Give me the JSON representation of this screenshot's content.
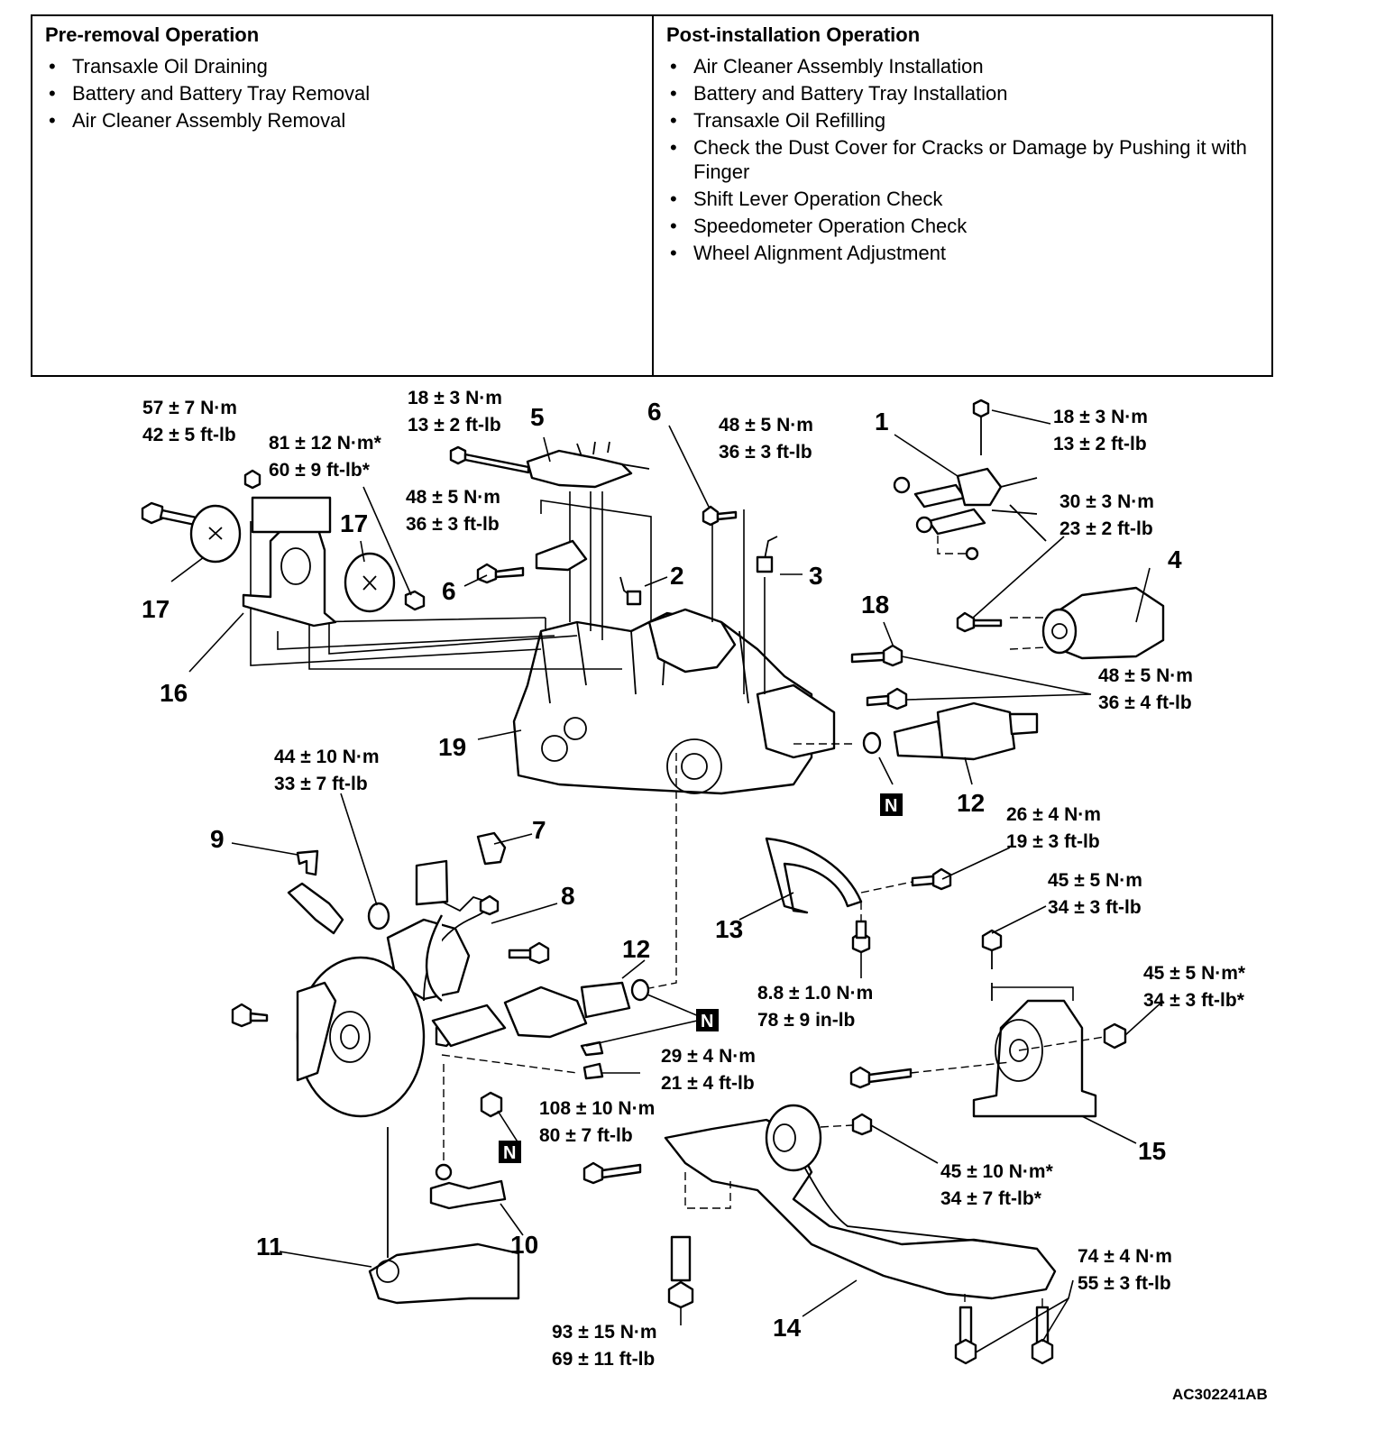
{
  "pre_removal": {
    "heading": "Pre-removal Operation",
    "items": [
      "Transaxle Oil Draining",
      "Battery and Battery Tray Removal",
      "Air Cleaner Assembly Removal"
    ]
  },
  "post_installation": {
    "heading": "Post-installation Operation",
    "items": [
      "Air Cleaner Assembly Installation",
      "Battery and Battery Tray Installation",
      "Transaxle Oil Refilling",
      "Check the Dust Cover for Cracks or Damage by Pushing it with Finger",
      "Shift Lever Operation Check",
      "Speedometer Operation Check",
      "Wheel Alignment Adjustment"
    ]
  },
  "torque_specs": {
    "t57": [
      "57 ± 7 N·m",
      "42 ± 5 ft-lb"
    ],
    "t81": [
      "81 ± 12 N·m*",
      "60 ± 9 ft-lb*"
    ],
    "t18a": [
      "18 ± 3 N·m",
      "13 ± 2 ft-lb"
    ],
    "t48a": [
      "48 ± 5 N·m",
      "36 ± 3 ft-lb"
    ],
    "t48b": [
      "48 ± 5 N·m",
      "36 ± 3 ft-lb"
    ],
    "t18b": [
      "18 ± 3 N·m",
      "13 ± 2 ft-lb"
    ],
    "t30": [
      "30 ± 3 N·m",
      "23 ± 2 ft-lb"
    ],
    "t48c": [
      "48 ± 5 N·m",
      "36 ± 4 ft-lb"
    ],
    "t44": [
      "44 ± 10 N·m",
      "33 ± 7 ft-lb"
    ],
    "t26": [
      "26 ± 4 N·m",
      "19 ± 3 ft-lb"
    ],
    "t45a": [
      "45 ± 5 N·m",
      "34 ± 3 ft-lb"
    ],
    "t8_8": [
      "8.8 ± 1.0 N·m",
      "78 ± 9 in-lb"
    ],
    "t45b": [
      "45 ± 5 N·m*",
      "34 ± 3 ft-lb*"
    ],
    "t29": [
      "29 ± 4 N·m",
      "21 ± 4 ft-lb"
    ],
    "t108": [
      "108 ± 10 N·m",
      "80 ± 7 ft-lb"
    ],
    "t45c": [
      "45 ± 10 N·m*",
      "34 ± 7 ft-lb*"
    ],
    "t74": [
      "74 ± 4 N·m",
      "55 ± 3 ft-lb"
    ],
    "t93": [
      "93 ± 15 N·m",
      "69 ± 11 ft-lb"
    ]
  },
  "part_numbers": {
    "p1": "1",
    "p2": "2",
    "p3": "3",
    "p4": "4",
    "p5": "5",
    "p6a": "6",
    "p6b": "6",
    "p7": "7",
    "p8": "8",
    "p9": "9",
    "p10": "10",
    "p11": "11",
    "p12a": "12",
    "p12b": "12",
    "p13": "13",
    "p14": "14",
    "p15": "15",
    "p16": "16",
    "p17a": "17",
    "p17b": "17",
    "p18": "18",
    "p19": "19"
  },
  "nonreusable_mark": "N",
  "figure_code": "AC302241AB"
}
